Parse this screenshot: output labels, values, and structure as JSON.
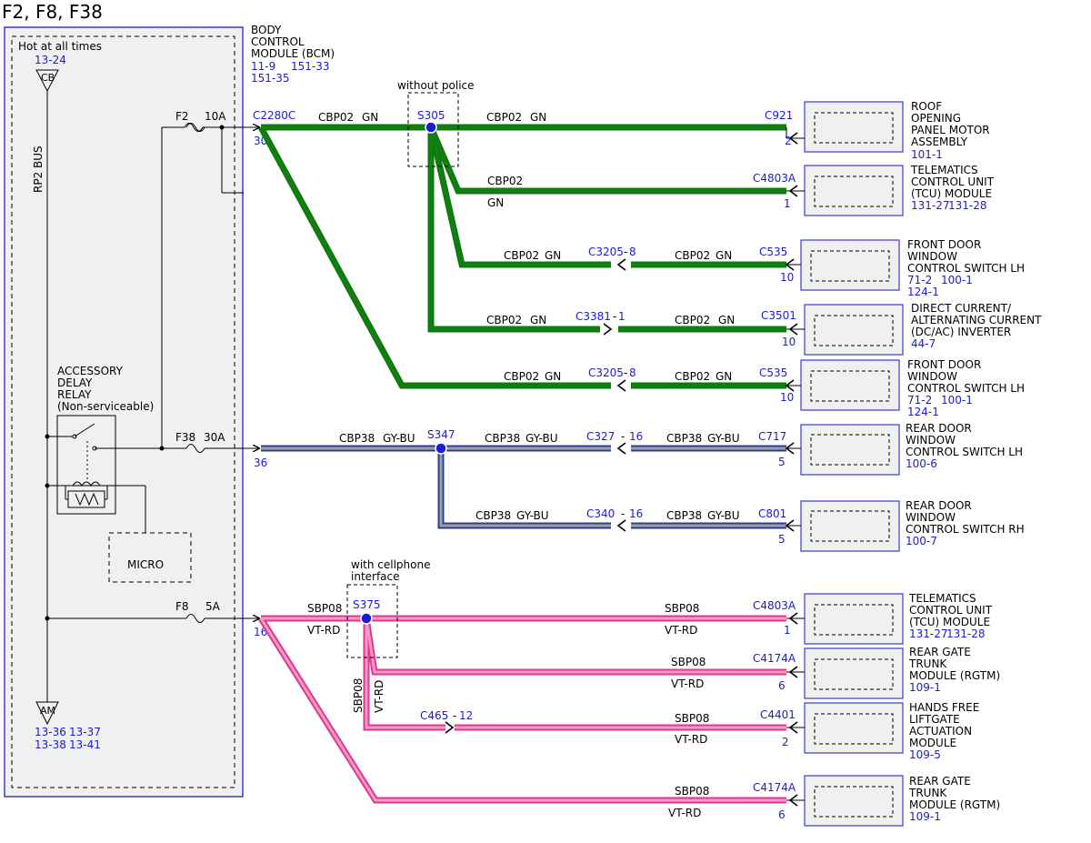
{
  "title": "F2, F8, F38",
  "colors": {
    "green": "#0e7a0e",
    "green_core": "#127f12",
    "blue_wire": "#2e3f8c",
    "gray_core": "#9aa0aa",
    "pink": "#e0388c",
    "pink_core": "#f59ac8",
    "link": "#1b1bd6",
    "box_blue": "#3a3ad6",
    "fill_gray": "#f0f0f0"
  },
  "bcm": {
    "label": [
      "BODY",
      "CONTROL",
      "MODULE (BCM)"
    ],
    "refs": [
      "11-9",
      "151-33",
      "151-35"
    ],
    "hot_label": "Hot at all times",
    "hot_ref": "13-24",
    "cb_label": "CB",
    "bus_label": "RP2 BUS",
    "am_label": "AM",
    "am_refs": [
      "13-36",
      "13-37",
      "13-38",
      "13-41"
    ],
    "relay_label": [
      "ACCESSORY",
      "DELAY",
      "RELAY",
      "(Non-serviceable)"
    ],
    "micro_label": "MICRO",
    "fuse_f2": {
      "name": "F2",
      "rating": "10A"
    },
    "fuse_f38": {
      "name": "F38",
      "rating": "30A"
    },
    "fuse_f8": {
      "name": "F8",
      "rating": "5A"
    }
  },
  "connectors": {
    "c2280c": {
      "name": "C2280C",
      "pin_f2": "30",
      "pin_f38": "36",
      "pin_f8": "16"
    }
  },
  "splices": {
    "s305": {
      "name": "S305",
      "note": "without police"
    },
    "s347": {
      "name": "S347"
    },
    "s375": {
      "name": "S375",
      "note": [
        "with cellphone",
        "interface"
      ]
    }
  },
  "wires": {
    "cbp02": "CBP02",
    "gn": "GN",
    "cbp38": "CBP38",
    "gybu": "GY-BU",
    "sbp08": "SBP08",
    "vtrd": "VT-RD"
  },
  "inline": {
    "c3205a": {
      "name": "C3205",
      "pin": "8"
    },
    "c3381": {
      "name": "C3381",
      "pin": "1"
    },
    "c3205b": {
      "name": "C3205",
      "pin": "8"
    },
    "c327": {
      "name": "C327",
      "pin": "16"
    },
    "c340": {
      "name": "C340",
      "pin": "16"
    },
    "c465": {
      "name": "C465",
      "pin": "12"
    }
  },
  "components": [
    {
      "conn": "C921",
      "pin": "2",
      "lines": [
        "ROOF",
        "OPENING",
        "PANEL MOTOR",
        "ASSEMBLY"
      ],
      "refs": [
        "101-1"
      ]
    },
    {
      "conn": "C4803A",
      "pin": "1",
      "lines": [
        "TELEMATICS",
        "CONTROL UNIT",
        "(TCU) MODULE"
      ],
      "refs": [
        "131-27",
        "131-28"
      ]
    },
    {
      "conn": "C535",
      "pin": "10",
      "lines": [
        "FRONT DOOR",
        "WINDOW",
        "CONTROL SWITCH LH"
      ],
      "refs": [
        "71-2",
        "100-1",
        "124-1"
      ]
    },
    {
      "conn": "C3501",
      "pin": "10",
      "lines": [
        "DIRECT CURRENT/",
        "ALTERNATING CURRENT",
        "(DC/AC) INVERTER"
      ],
      "refs": [
        "44-7"
      ]
    },
    {
      "conn": "C535",
      "pin": "10",
      "lines": [
        "FRONT DOOR",
        "WINDOW",
        "CONTROL SWITCH LH"
      ],
      "refs": [
        "71-2",
        "100-1",
        "124-1"
      ]
    },
    {
      "conn": "C717",
      "pin": "5",
      "lines": [
        "REAR DOOR",
        "WINDOW",
        "CONTROL SWITCH LH"
      ],
      "refs": [
        "100-6"
      ]
    },
    {
      "conn": "C801",
      "pin": "5",
      "lines": [
        "REAR DOOR",
        "WINDOW",
        "CONTROL SWITCH RH"
      ],
      "refs": [
        "100-7"
      ]
    },
    {
      "conn": "C4803A",
      "pin": "1",
      "lines": [
        "TELEMATICS",
        "CONTROL UNIT",
        "(TCU) MODULE"
      ],
      "refs": [
        "131-27",
        "131-28"
      ]
    },
    {
      "conn": "C4174A",
      "pin": "6",
      "lines": [
        "REAR GATE",
        "TRUNK",
        "MODULE (RGTM)"
      ],
      "refs": [
        "109-1"
      ]
    },
    {
      "conn": "C4401",
      "pin": "2",
      "lines": [
        "HANDS FREE",
        "LIFTGATE",
        "ACTUATION",
        "MODULE"
      ],
      "refs": [
        "109-5"
      ]
    },
    {
      "conn": "C4174A",
      "pin": "6",
      "lines": [
        "REAR GATE",
        "TRUNK",
        "MODULE (RGTM)"
      ],
      "refs": [
        "109-1"
      ]
    }
  ]
}
